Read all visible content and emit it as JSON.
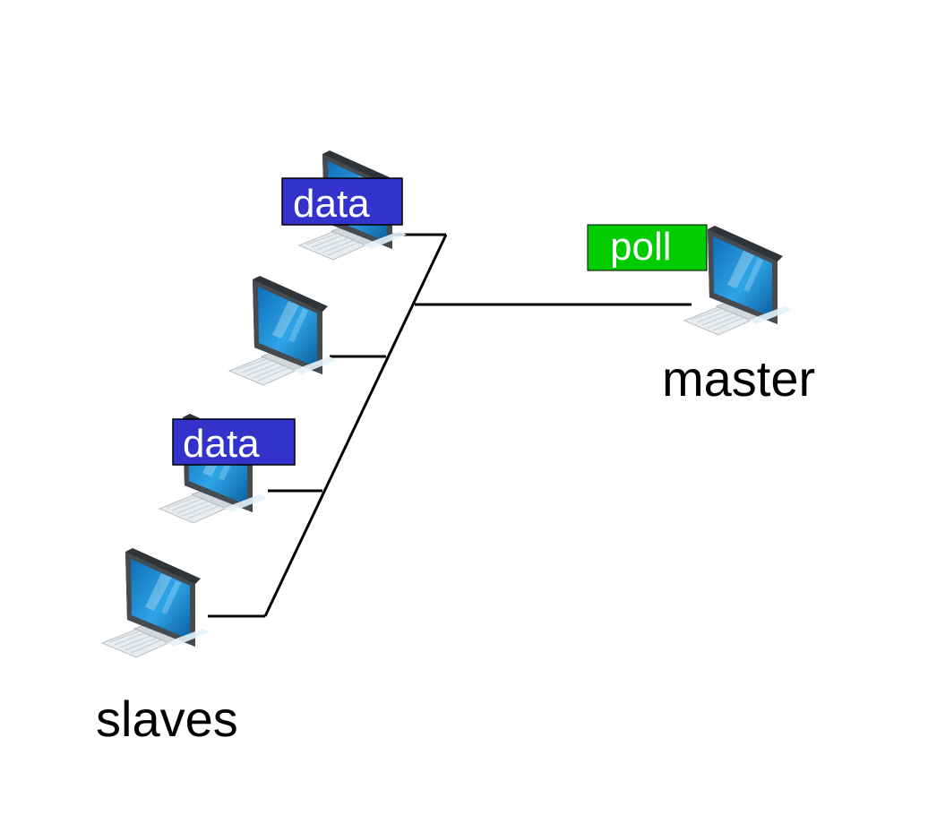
{
  "diagram": {
    "master_label": "master",
    "slaves_label": "slaves",
    "poll_message": {
      "text": "poll",
      "color": "#00cc00"
    },
    "data_messages": [
      {
        "text": "data",
        "color": "#3333cc"
      },
      {
        "text": "data",
        "color": "#3333cc"
      }
    ],
    "wire_color": "#000000",
    "computer_icon": "desktop-computer-icon",
    "colors": {
      "screen": "#1f8fd6",
      "screen_highlight": "#9ad6f5",
      "bezel": "#3a3f44",
      "body": "#d7dadd"
    }
  }
}
